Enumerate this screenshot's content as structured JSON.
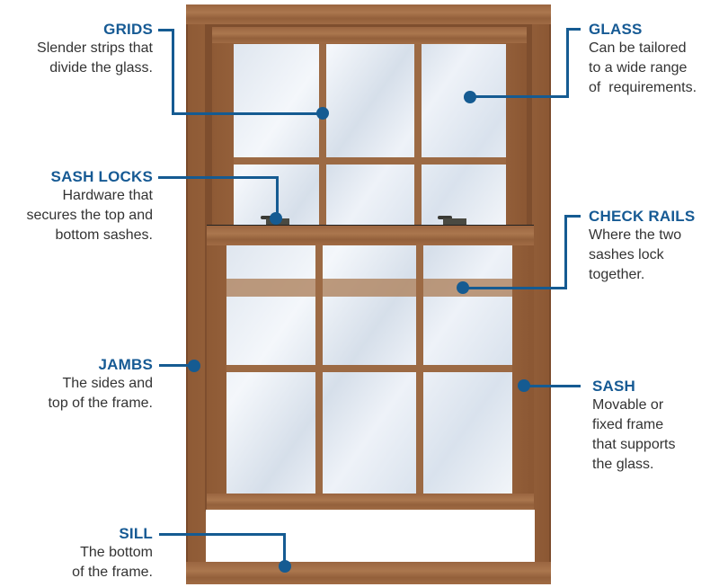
{
  "colors": {
    "accent": "#165a94",
    "text": "#333333",
    "wood": "#9a6540"
  },
  "callouts": {
    "grids": {
      "title": "GRIDS",
      "lines": [
        "Slender strips that",
        "divide the glass."
      ]
    },
    "sash_locks": {
      "title": "SASH LOCKS",
      "lines": [
        "Hardware that",
        "secures the top and",
        "bottom sashes."
      ]
    },
    "jambs": {
      "title": "JAMBS",
      "lines": [
        "The sides and",
        "top of the frame."
      ]
    },
    "sill": {
      "title": "SILL",
      "lines": [
        "The bottom",
        "of the frame."
      ]
    },
    "glass": {
      "title": "GLASS",
      "lines": [
        "Can be tailored",
        "to a wide range",
        "of  requirements."
      ]
    },
    "check_rails": {
      "title": "CHECK RAILS",
      "lines": [
        "Where the two",
        "sashes lock",
        "together."
      ]
    },
    "sash": {
      "title": "SASH",
      "lines": [
        "Movable or",
        "fixed frame",
        "that supports",
        "the glass."
      ]
    }
  }
}
